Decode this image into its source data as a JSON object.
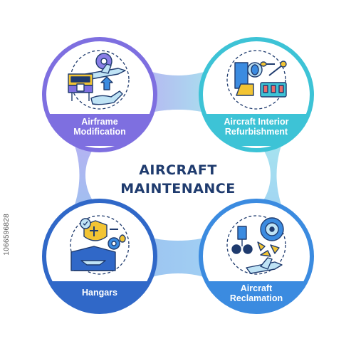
{
  "title": "AIRCRAFT\nMAINTENANCE",
  "watermark_id": "1066596828",
  "colors": {
    "purple": "#7e6fe0",
    "teal": "#3dc3d6",
    "blue_dark": "#3068c8",
    "blue_mid": "#3b8be0",
    "title": "#1f3b6e"
  },
  "nodes": [
    {
      "label": "Airframe\nModification",
      "icon": "airframe-modification-icon"
    },
    {
      "label": "Aircraft Interior\nRefurbishment",
      "icon": "aircraft-interior-icon"
    },
    {
      "label": "Hangars",
      "icon": "hangar-icon"
    },
    {
      "label": "Aircraft\nReclamation",
      "icon": "aircraft-reclamation-icon"
    }
  ]
}
